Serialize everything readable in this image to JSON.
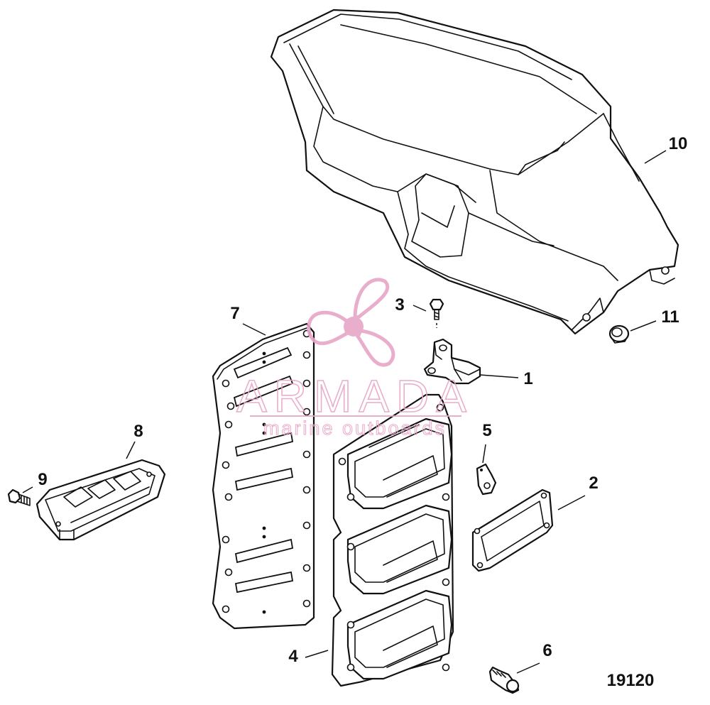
{
  "diagram": {
    "figure_number": "19120",
    "callouts": [
      {
        "id": "1",
        "label": "1"
      },
      {
        "id": "2",
        "label": "2"
      },
      {
        "id": "3",
        "label": "3"
      },
      {
        "id": "4",
        "label": "4"
      },
      {
        "id": "5",
        "label": "5"
      },
      {
        "id": "6",
        "label": "6"
      },
      {
        "id": "7",
        "label": "7"
      },
      {
        "id": "8",
        "label": "8"
      },
      {
        "id": "9",
        "label": "9"
      },
      {
        "id": "10",
        "label": "10"
      },
      {
        "id": "11",
        "label": "11"
      }
    ]
  },
  "watermark": {
    "title": "ARMADA",
    "subtitle": "marine outboards",
    "color": "#e8a6c8",
    "icon": "propeller-logo-icon"
  },
  "colors": {
    "line": "#111111",
    "background": "#ffffff"
  }
}
